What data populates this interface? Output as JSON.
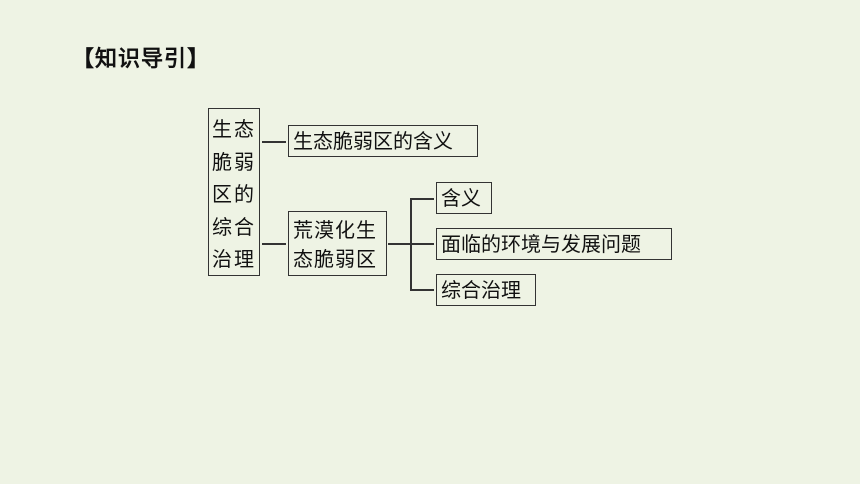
{
  "heading": "【知识导引】",
  "root": {
    "lines": [
      "生态",
      "脆弱",
      "区的",
      "综合",
      "治理"
    ]
  },
  "branch1": "生态脆弱区的含义",
  "branch2": {
    "lines": [
      "荒漠化生",
      "态脆弱区"
    ]
  },
  "sub_items": [
    "含义",
    "面临的环境与发展问题",
    "综合治理"
  ]
}
